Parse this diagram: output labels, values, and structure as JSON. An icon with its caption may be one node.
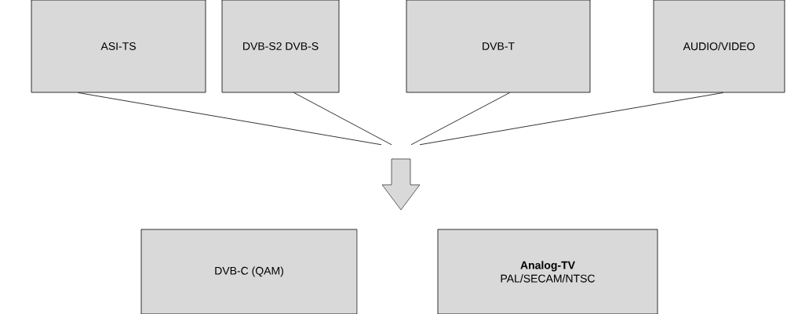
{
  "diagram": {
    "nodes": [
      {
        "text": [
          "ASI-TS"
        ]
      },
      {
        "text": [
          "DVB-S2 DVB-S"
        ]
      },
      {
        "text": [
          "DVB-T"
        ]
      },
      {
        "text": [
          "AUDIO/VIDEO"
        ]
      },
      {
        "text": [],
        "shape": "arrow"
      },
      {
        "text": [
          "DVB-C (QAM)"
        ]
      },
      {
        "text": [
          "Analog-TV",
          "PAL/SECAM/NTSC"
        ]
      }
    ],
    "edges": [
      {
        "from": 0,
        "to": 4,
        "arrow": "none"
      },
      {
        "from": 1,
        "to": 4,
        "arrow": "none"
      },
      {
        "from": 2,
        "to": 4,
        "arrow": "none"
      },
      {
        "from": 3,
        "to": 4,
        "arrow": "none"
      }
    ]
  }
}
